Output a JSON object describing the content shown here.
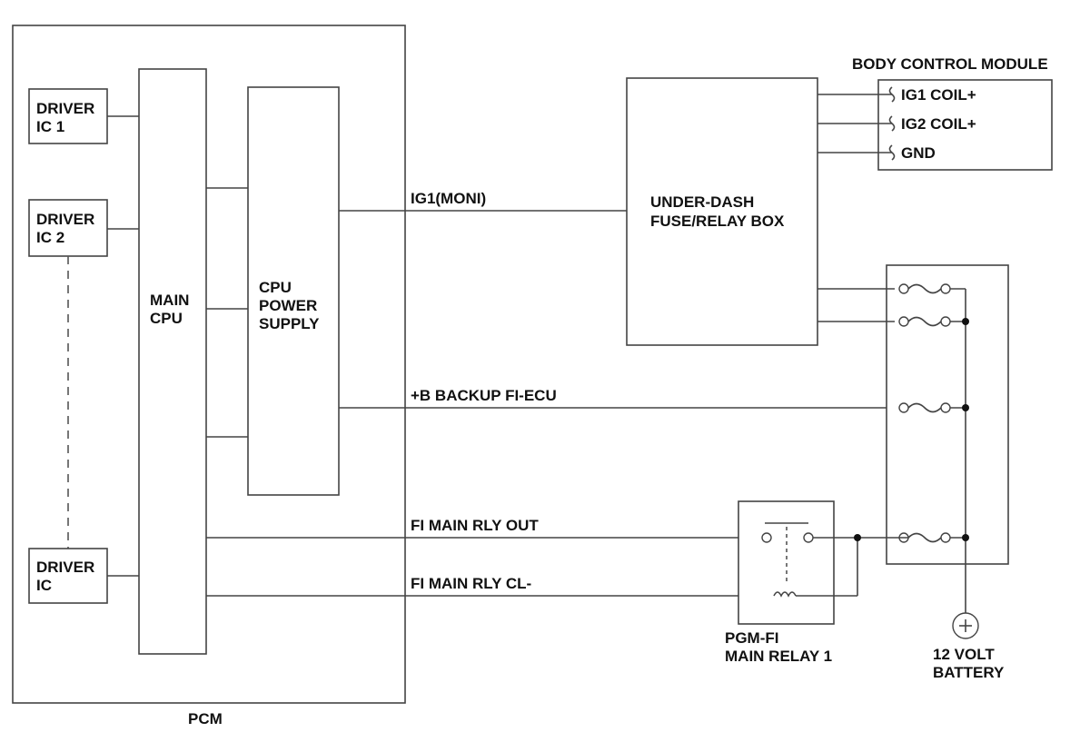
{
  "pcm": {
    "label": "PCM",
    "driver_ic_1": [
      "DRIVER",
      "IC 1"
    ],
    "driver_ic_2": [
      "DRIVER",
      "IC 2"
    ],
    "driver_ic": [
      "DRIVER",
      "IC"
    ],
    "main_cpu": [
      "MAIN",
      "CPU"
    ],
    "cpu_power_supply": [
      "CPU",
      "POWER",
      "SUPPLY"
    ]
  },
  "signals": {
    "ig1_moni": "IG1(MONI)",
    "b_backup": "+B BACKUP FI-ECU",
    "fi_main_rly_out": "FI MAIN RLY OUT",
    "fi_main_rly_cl": "FI MAIN RLY CL-"
  },
  "under_dash_box": [
    "UNDER-DASH",
    "FUSE/RELAY BOX"
  ],
  "body_control_module": {
    "title": "BODY CONTROL MODULE",
    "pins": [
      "IG1 COIL+",
      "IG2 COIL+",
      "GND"
    ]
  },
  "relay": [
    "PGM-FI",
    "MAIN RELAY 1"
  ],
  "battery": [
    "12 VOLT",
    "BATTERY"
  ]
}
